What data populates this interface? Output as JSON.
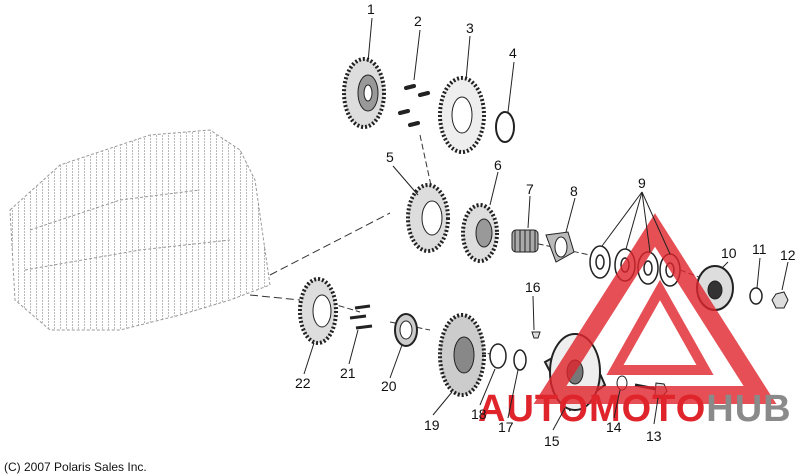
{
  "diagram": {
    "callouts": [
      "1",
      "2",
      "3",
      "4",
      "5",
      "6",
      "7",
      "8",
      "9",
      "10",
      "11",
      "12",
      "13",
      "14",
      "15",
      "16",
      "17",
      "18",
      "19",
      "20",
      "21",
      "22"
    ],
    "copyright": "(C) 2007 Polaris Sales Inc."
  },
  "watermark": {
    "part1": "AUTOMOTO",
    "part2": "HUB",
    "color_red": "#e0242b",
    "color_gray": "#8a8a8a"
  }
}
